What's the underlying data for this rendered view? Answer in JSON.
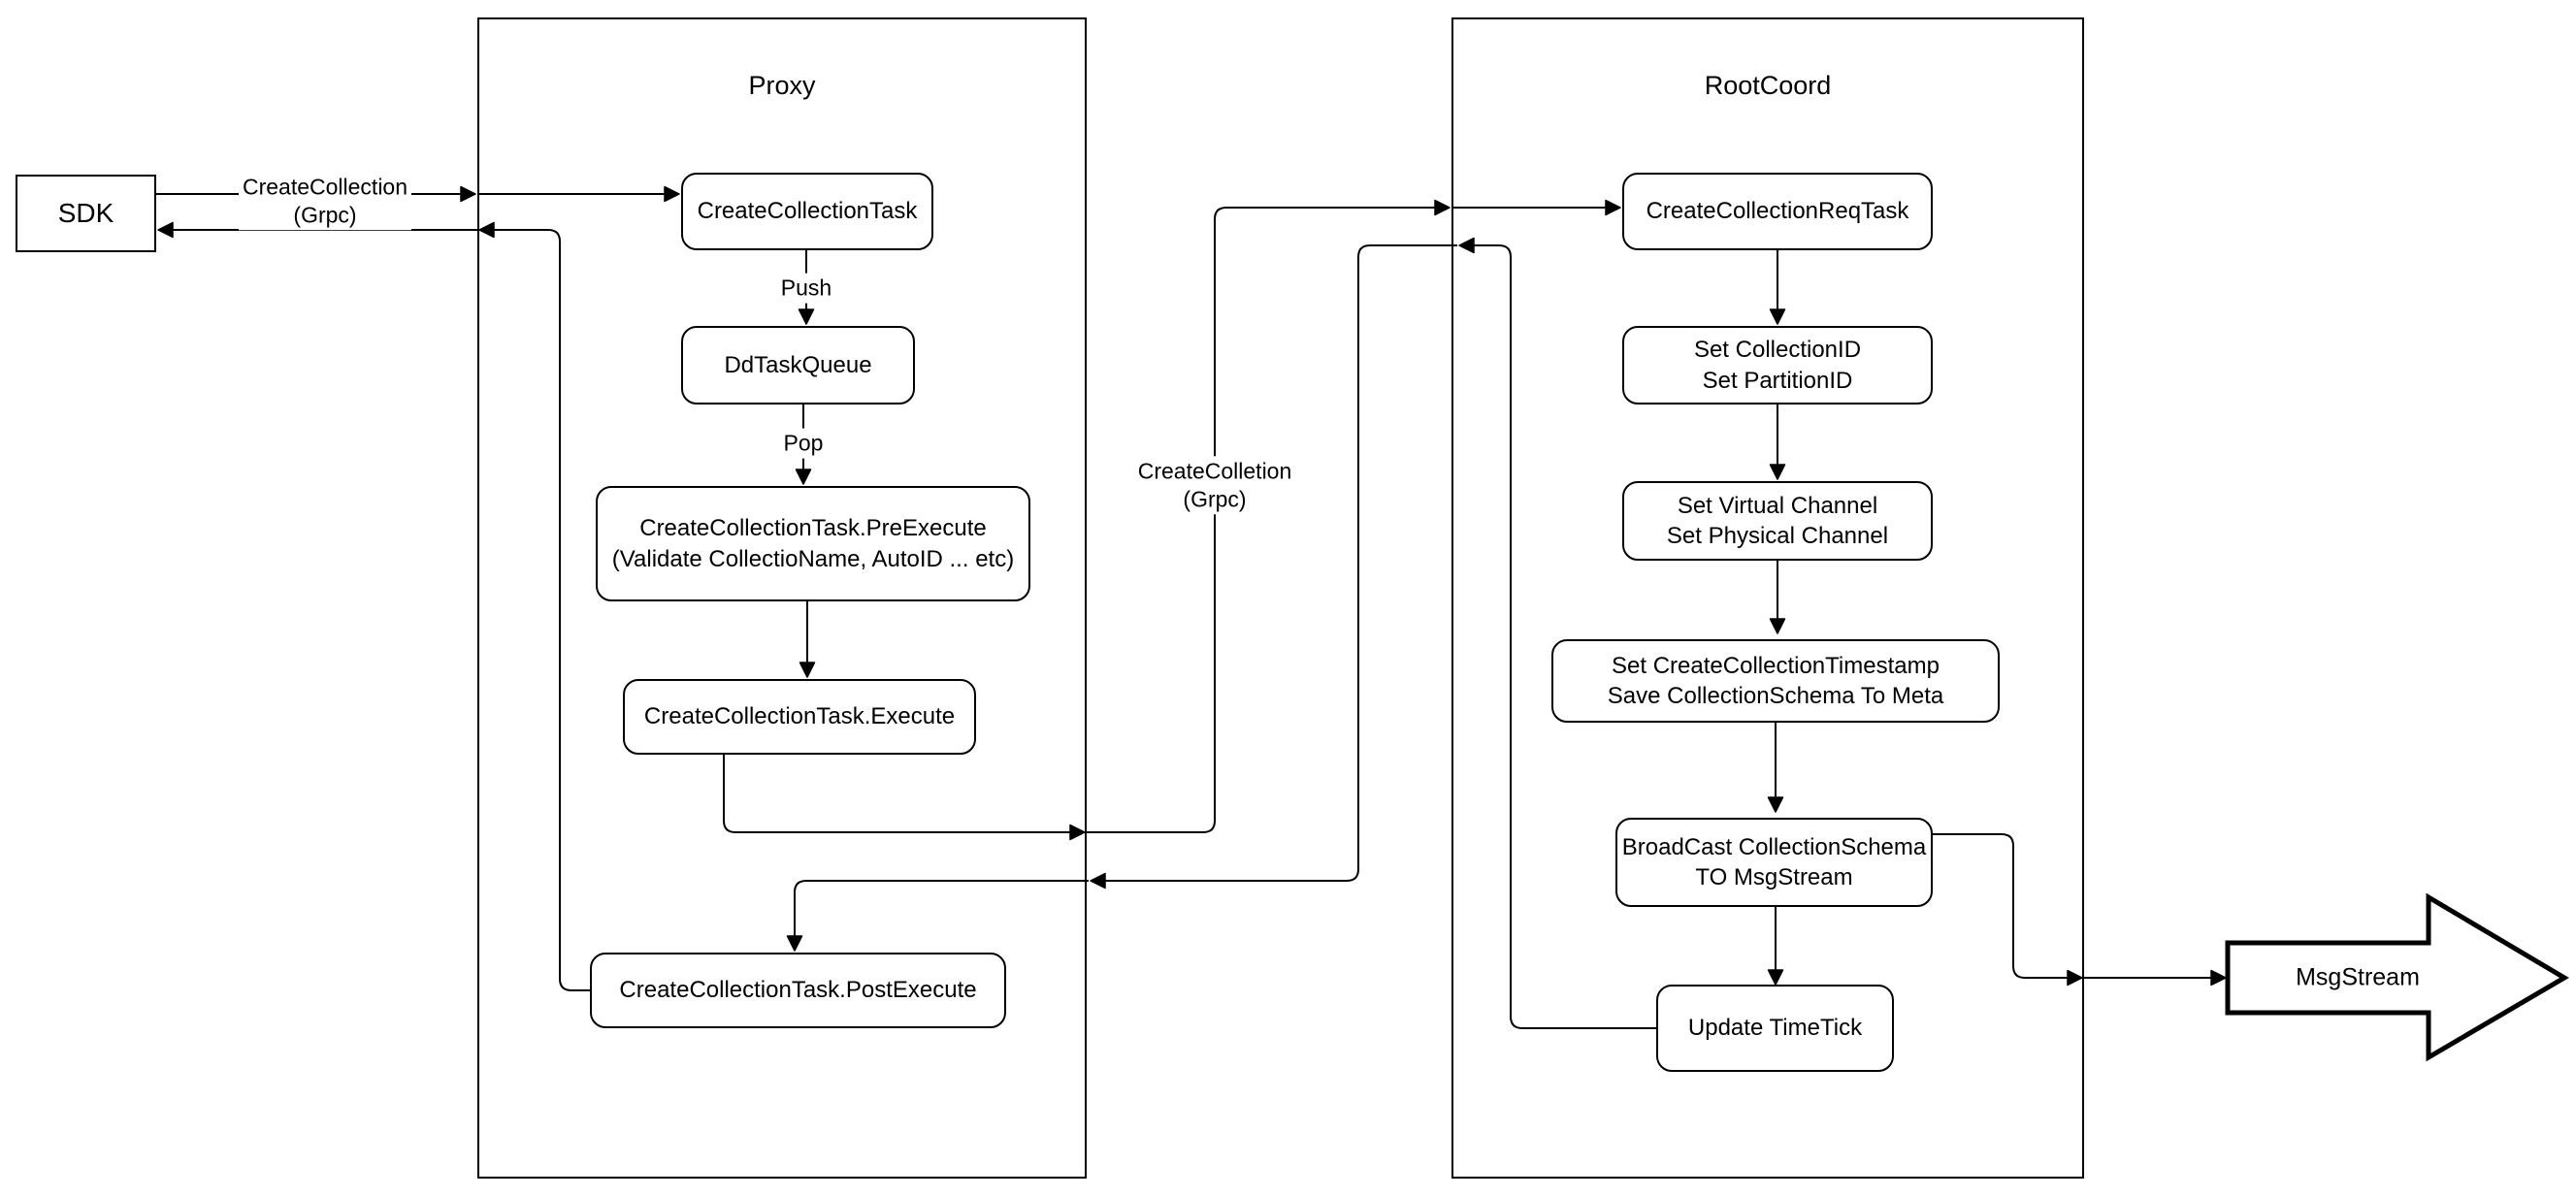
{
  "colors": {
    "background": "#ffffff",
    "stroke": "#000000",
    "text": "#000000"
  },
  "containers": {
    "proxy": {
      "title": "Proxy"
    },
    "rootcoord": {
      "title": "RootCoord"
    }
  },
  "nodes": {
    "sdk": {
      "label": "SDK"
    },
    "create_collection_task": {
      "label": "CreateCollectionTask"
    },
    "dd_task_queue": {
      "label": "DdTaskQueue"
    },
    "pre_execute": {
      "line1": "CreateCollectionTask.PreExecute",
      "line2": "(Validate CollectioName, AutoID ... etc)"
    },
    "execute": {
      "label": "CreateCollectionTask.Execute"
    },
    "post_execute": {
      "label": "CreateCollectionTask.PostExecute"
    },
    "req_task": {
      "label": "CreateCollectionReqTask"
    },
    "set_ids": {
      "line1": "Set CollectionID",
      "line2": "Set PartitionID"
    },
    "set_channels": {
      "line1": "Set Virtual Channel",
      "line2": "Set Physical Channel"
    },
    "set_timestamp": {
      "line1": "Set CreateCollectionTimestamp",
      "line2": "Save CollectionSchema To Meta"
    },
    "broadcast": {
      "line1": "BroadCast CollectionSchema",
      "line2": "TO MsgStream"
    },
    "update_timetick": {
      "label": "Update TimeTick"
    },
    "msgstream": {
      "label": "MsgStream"
    }
  },
  "edge_labels": {
    "sdk_grpc": {
      "line1": "CreateCollection",
      "line2": "(Grpc)"
    },
    "push": "Push",
    "pop": "Pop",
    "proxy_grpc": {
      "line1": "CreateColletion",
      "line2": "(Grpc)"
    }
  },
  "edges": [
    {
      "from": "SDK",
      "to": "CreateCollectionTask",
      "label": "CreateCollection (Grpc)"
    },
    {
      "from": "CreateCollectionTask",
      "to": "DdTaskQueue",
      "label": "Push"
    },
    {
      "from": "DdTaskQueue",
      "to": "CreateCollectionTask.PreExecute",
      "label": "Pop"
    },
    {
      "from": "CreateCollectionTask.PreExecute",
      "to": "CreateCollectionTask.Execute",
      "label": ""
    },
    {
      "from": "CreateCollectionTask.Execute",
      "to": "CreateCollectionReqTask",
      "label": "CreateColletion (Grpc)"
    },
    {
      "from": "CreateCollectionReqTask",
      "to": "Set CollectionID / Set PartitionID",
      "label": ""
    },
    {
      "from": "Set CollectionID / Set PartitionID",
      "to": "Set Virtual Channel / Set Physical Channel",
      "label": ""
    },
    {
      "from": "Set Virtual Channel / Set Physical Channel",
      "to": "Set CreateCollectionTimestamp / Save CollectionSchema To Meta",
      "label": ""
    },
    {
      "from": "Set CreateCollectionTimestamp / Save CollectionSchema To Meta",
      "to": "BroadCast CollectionSchema TO MsgStream",
      "label": ""
    },
    {
      "from": "BroadCast CollectionSchema TO MsgStream",
      "to": "Update TimeTick",
      "label": ""
    },
    {
      "from": "BroadCast CollectionSchema TO MsgStream",
      "to": "MsgStream",
      "label": ""
    },
    {
      "from": "Update TimeTick",
      "to": "CreateCollectionTask.PostExecute",
      "label": ""
    },
    {
      "from": "CreateCollectionTask.PostExecute",
      "to": "SDK",
      "label": ""
    }
  ]
}
